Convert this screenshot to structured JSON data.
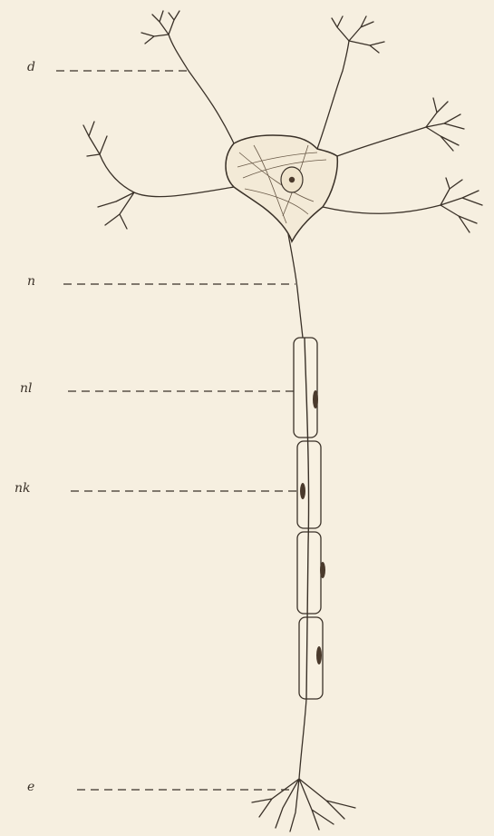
{
  "figure": {
    "labels": [
      {
        "key": "d",
        "text": "d"
      },
      {
        "key": "n",
        "text": "n"
      },
      {
        "key": "nl",
        "text": "nl"
      },
      {
        "key": "nk",
        "text": "nk"
      },
      {
        "key": "e",
        "text": "e"
      }
    ]
  },
  "colors": {
    "paper": "#f6efe0",
    "ink": "#3a3128",
    "nucleus_fill": "#4a3a2c"
  }
}
